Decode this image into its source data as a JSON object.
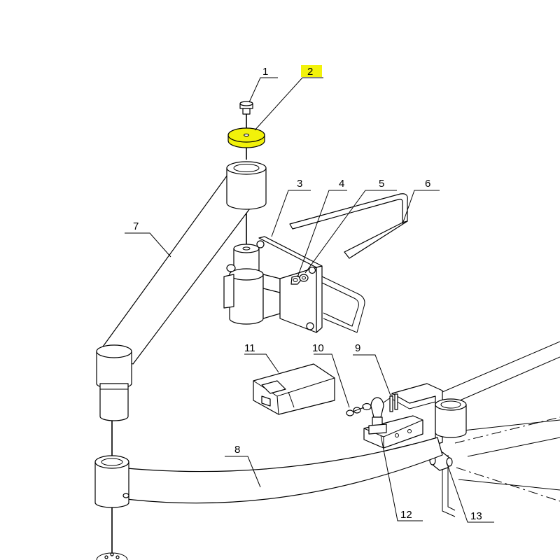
{
  "colors": {
    "highlight": "#f2f20a",
    "line": "#000000",
    "background": "#ffffff"
  },
  "callouts": [
    {
      "id": "1",
      "label": "1"
    },
    {
      "id": "2",
      "label": "2",
      "highlighted": true
    },
    {
      "id": "3",
      "label": "3"
    },
    {
      "id": "4",
      "label": "4"
    },
    {
      "id": "5",
      "label": "5"
    },
    {
      "id": "6",
      "label": "6"
    },
    {
      "id": "7",
      "label": "7"
    },
    {
      "id": "8",
      "label": "8"
    },
    {
      "id": "9",
      "label": "9"
    },
    {
      "id": "10",
      "label": "10"
    },
    {
      "id": "11",
      "label": "11"
    },
    {
      "id": "12",
      "label": "12"
    },
    {
      "id": "13",
      "label": "13"
    }
  ]
}
